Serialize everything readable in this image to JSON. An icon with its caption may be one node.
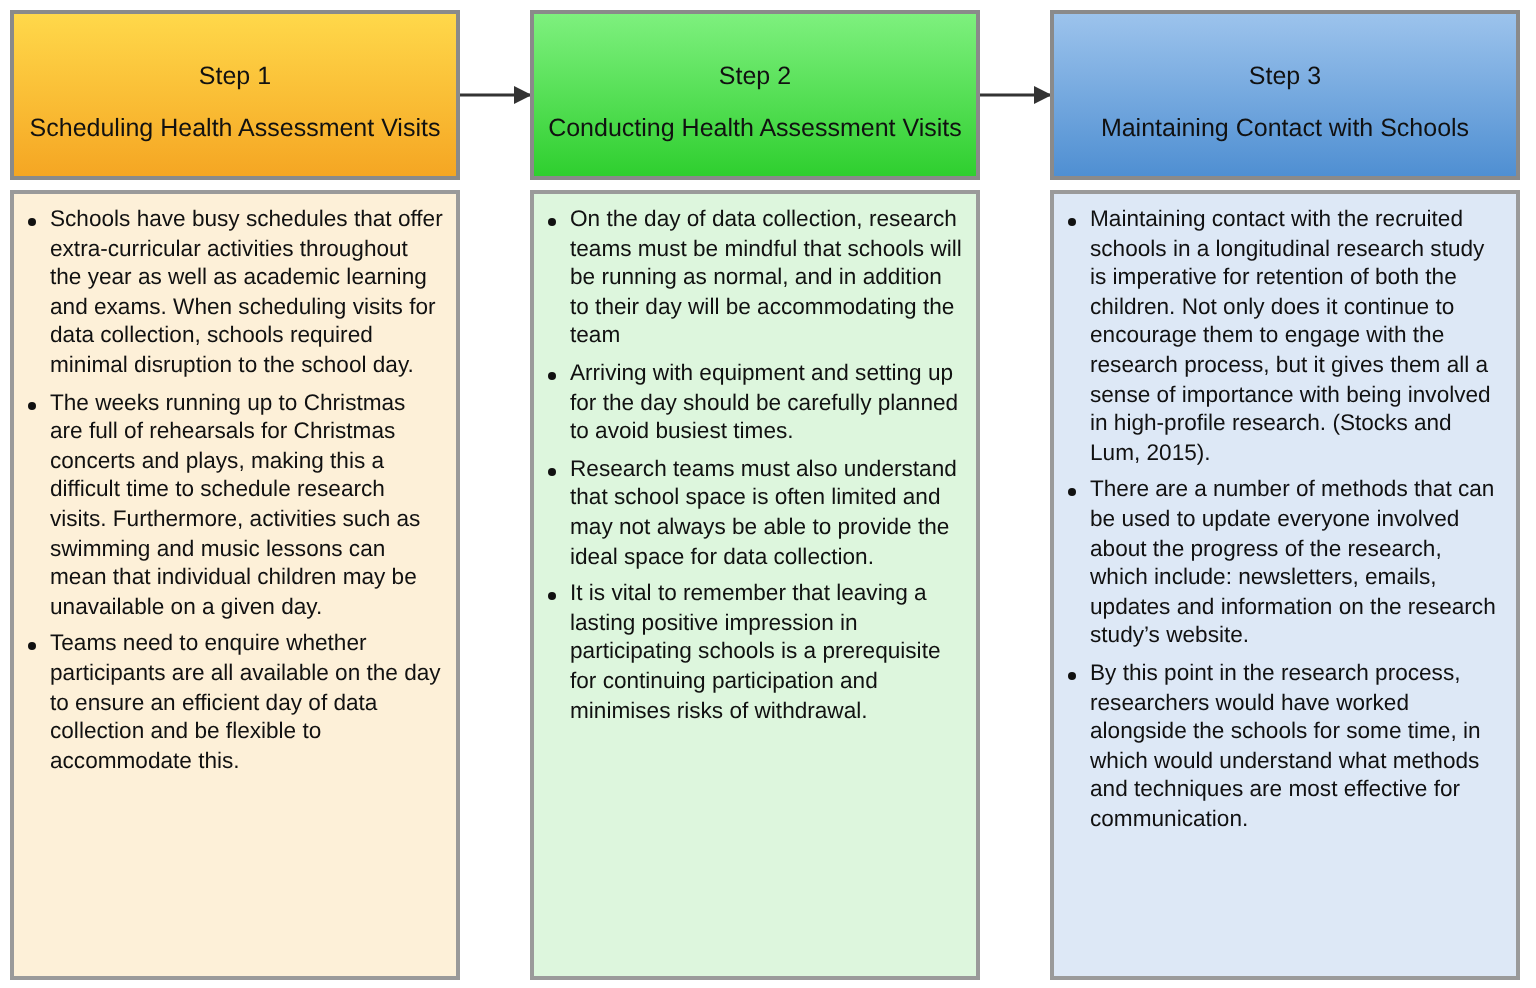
{
  "diagram": {
    "nodes": [
      {
        "text": [
          "Step 1",
          "Scheduling Health Assessment Visits"
        ]
      },
      {
        "text": [
          "Schools have busy schedules that offer extra-curricular activities throughout the year as well as academic learning and exams. When scheduling visits for data collection, schools required minimal disruption to the school day.",
          "The weeks running up to Christmas are full of rehearsals for Christmas concerts and plays, making this a difficult time to schedule research visits. Furthermore, activities such as swimming and music lessons can mean that individual children may be unavailable on a given day.",
          "Teams need to enquire whether participants are all available on the day to ensure an efficient day of data collection and be flexible to accommodate this."
        ]
      },
      {
        "text": [
          "Step 2",
          "Conducting Health Assessment Visits"
        ]
      },
      {
        "text": [
          "On the day of data collection, research teams must be mindful that schools will be running as normal, and in addition to their day will be accommodating the team",
          "Arriving with equipment and setting up for the day should be carefully planned to avoid busiest times.",
          "Research teams must also understand that school space is often limited and may not always be able to provide the ideal space for data collection.",
          "It is vital to remember that leaving a lasting positive impression in participating schools is a prerequisite for continuing participation and minimises risks of withdrawal."
        ]
      },
      {
        "text": [
          "Step 3",
          "Maintaining Contact with Schools"
        ]
      },
      {
        "text": [
          "Maintaining contact with the recruited schools in a longitudinal research study is imperative for retention of both the children. Not only does it continue to encourage them to engage with the research process, but it gives them all a sense of importance with being involved in high-profile research. (Stocks and Lum, 2015).",
          "There are a number of methods that can be used to update everyone involved about the progress of the research, which include: newsletters, emails, updates and information on the research study’s website.",
          "By this point in the research process, researchers would have worked alongside the schools for some time, in which would understand what methods and techniques are most effective for communication."
        ]
      }
    ],
    "edges": [
      {
        "from": 0,
        "to": 2,
        "arrow": "to"
      },
      {
        "from": 2,
        "to": 4,
        "arrow": "to"
      }
    ]
  }
}
